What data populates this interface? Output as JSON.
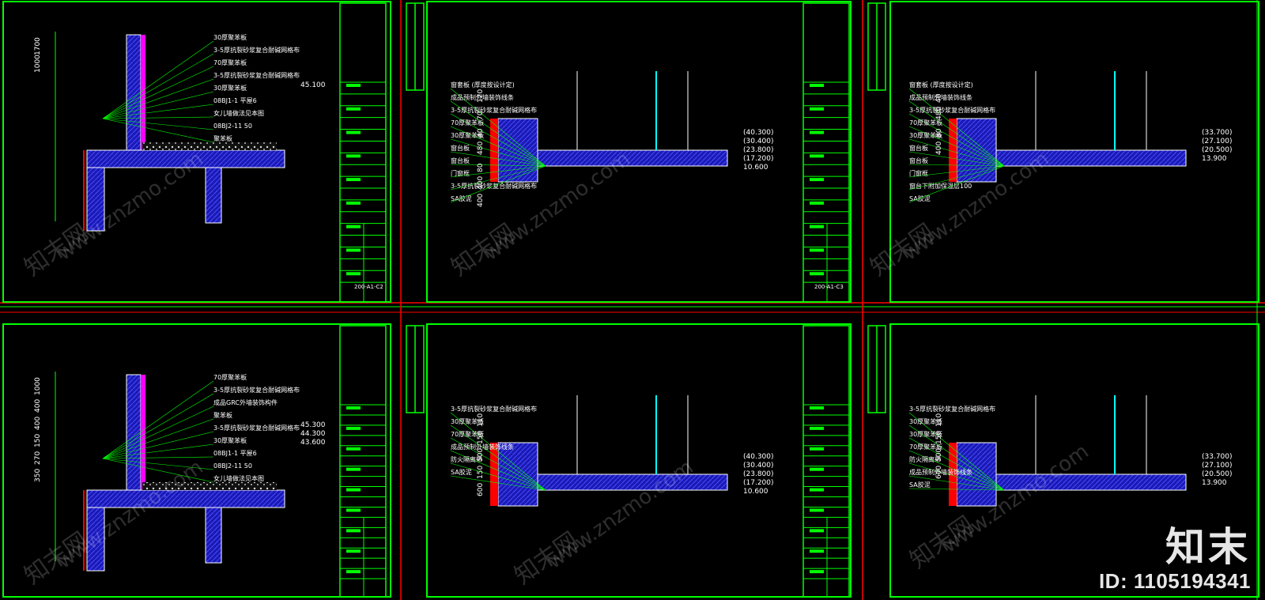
{
  "panels": [
    {
      "id": "p1",
      "dims": [
        "1700",
        "1000"
      ],
      "elevations": [
        "45.100"
      ],
      "labels": [
        "30厚聚苯板",
        "3-5厚抗裂砂浆复合耐碱网格布",
        "70厚聚苯板",
        "3-5厚抗裂砂浆复合耐碱网格布",
        "30厚聚苯板",
        "08BJ1-1 平屋6",
        "女儿墙做法见本图",
        "08BJ2-11 50",
        "聚苯板"
      ],
      "title_block": "200-A1-C2"
    },
    {
      "id": "p2",
      "dims": [
        "120",
        "70",
        "40",
        "480",
        "80",
        "400",
        "400"
      ],
      "elevations": [
        "(40.300)",
        "(30.400)",
        "(23.800)",
        "(17.200)",
        "10.600"
      ],
      "labels": [
        "窗套板 (厚度按设计定)",
        "成品预制外墙装饰线条",
        "3-5厚抗裂砂浆复合耐碱网格布",
        "70厚聚苯板",
        "30厚聚苯板",
        "窗台板",
        "窗台板",
        "门窗框",
        "3-5厚抗裂砂浆复合耐碱网格布",
        "SA胶泥"
      ],
      "title_block": "200-A1-C3"
    },
    {
      "id": "p3",
      "dims": [
        "40",
        "480",
        "80",
        "400"
      ],
      "elevations": [
        "(33.700)",
        "(27.100)",
        "(20.500)",
        "13.900"
      ],
      "labels": [
        "窗套板 (厚度按设计定)",
        "成品预制外墙装饰线条",
        "3-5厚抗裂砂浆复合耐碱网格布",
        "70厚聚苯板",
        "30厚聚苯板",
        "窗台板",
        "窗台板",
        "门窗框",
        "窗台下附加保温层100",
        "SA胶泥"
      ],
      "title_block": ""
    },
    {
      "id": "p4",
      "dims": [
        "1000",
        "400",
        "400",
        "150",
        "270",
        "350"
      ],
      "elevations": [
        "45.300",
        "44.300",
        "43.600"
      ],
      "labels": [
        "70厚聚苯板",
        "3-5厚抗裂砂浆复合耐碱网格布",
        "成品GRC外墙装饰构件",
        "聚苯板",
        "3-5厚抗裂砂浆复合耐碱网格布",
        "30厚聚苯板",
        "08BJ1-1 平屋6",
        "08BJ2-11 50",
        "女儿墙做法见本图"
      ],
      "title_block": ""
    },
    {
      "id": "p5",
      "dims": [
        "110",
        "150",
        "500",
        "150",
        "600"
      ],
      "elevations": [
        "(40.300)",
        "(30.400)",
        "(23.800)",
        "(17.200)",
        "10.600"
      ],
      "labels": [
        "3-5厚抗裂砂浆复合耐碱网格布",
        "30厚聚苯板",
        "70厚聚苯板",
        "成品预制外墙装饰线条",
        "防火隔离带",
        "SA胶泥"
      ],
      "title_block": ""
    },
    {
      "id": "p6",
      "dims": [
        "110",
        "150",
        "500",
        "600"
      ],
      "elevations": [
        "(33.700)",
        "(27.100)",
        "(20.500)",
        "13.900"
      ],
      "labels": [
        "3-5厚抗裂砂浆复合耐碱网格布",
        "30厚聚苯板",
        "30厚聚苯板",
        "70厚聚苯板",
        "防火隔离带",
        "成品预制外墙装饰线条",
        "SA胶泥"
      ],
      "title_block": ""
    }
  ],
  "watermark": {
    "domain": "www.znzmo.com",
    "cn": "知末网"
  },
  "brand": {
    "logo": "知末",
    "id": "ID: 1105194341"
  },
  "colors": {
    "background": "#000000",
    "frame": "#00ff00",
    "red": "#ff0000",
    "blue": "#1c1cc8",
    "magenta": "#ff00ff",
    "white": "#ffffff"
  }
}
